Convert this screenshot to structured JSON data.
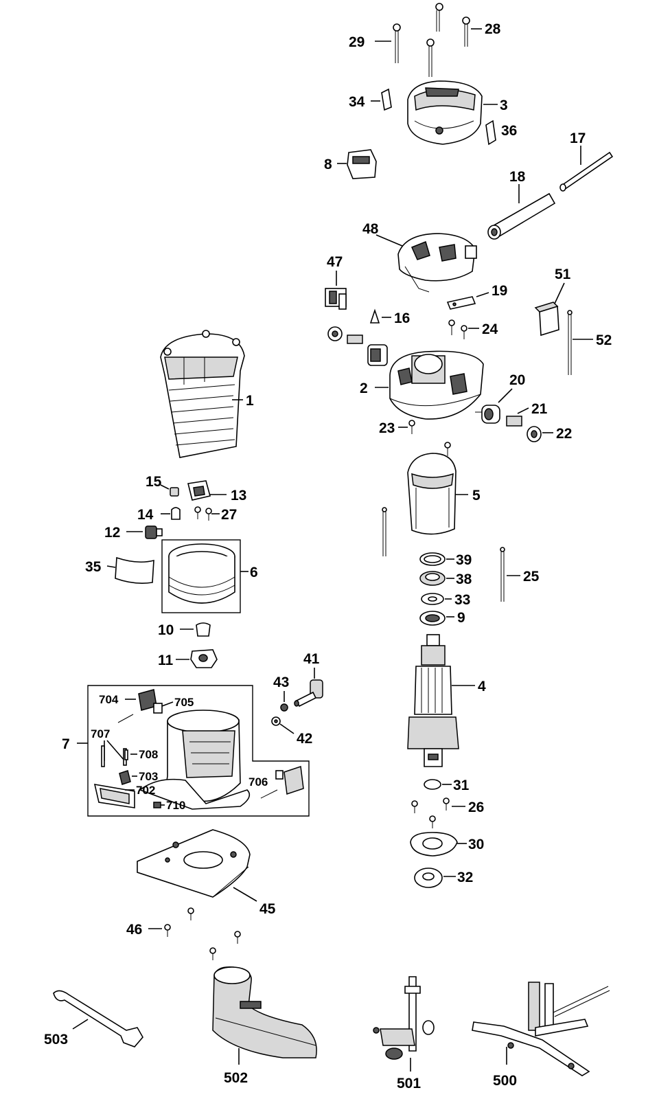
{
  "labels": {
    "p29": "29",
    "p28": "28",
    "p34": "34",
    "p3": "3",
    "p36": "36",
    "p17": "17",
    "p8": "8",
    "p18": "18",
    "p48": "48",
    "p47": "47",
    "p51": "51",
    "p19": "19",
    "p16": "16",
    "p24": "24",
    "p52": "52",
    "p1": "1",
    "p2": "2",
    "p20": "20",
    "p21": "21",
    "p23": "23",
    "p22": "22",
    "p15": "15",
    "p13": "13",
    "p14": "14",
    "p27": "27",
    "p5": "5",
    "p12": "12",
    "p35": "35",
    "p6": "6",
    "p39": "39",
    "p38": "38",
    "p25": "25",
    "p33": "33",
    "p9": "9",
    "p10": "10",
    "p11": "11",
    "p41": "41",
    "p43": "43",
    "p4": "4",
    "p704": "704",
    "p705": "705",
    "p7": "7",
    "p707": "707",
    "p42": "42",
    "p708": "708",
    "p703": "703",
    "p706": "706",
    "p702": "702",
    "p710": "710",
    "p31": "31",
    "p26": "26",
    "p30": "30",
    "p32": "32",
    "p45": "45",
    "p46": "46",
    "p503": "503",
    "p502": "502",
    "p501": "501",
    "p500": "500"
  }
}
